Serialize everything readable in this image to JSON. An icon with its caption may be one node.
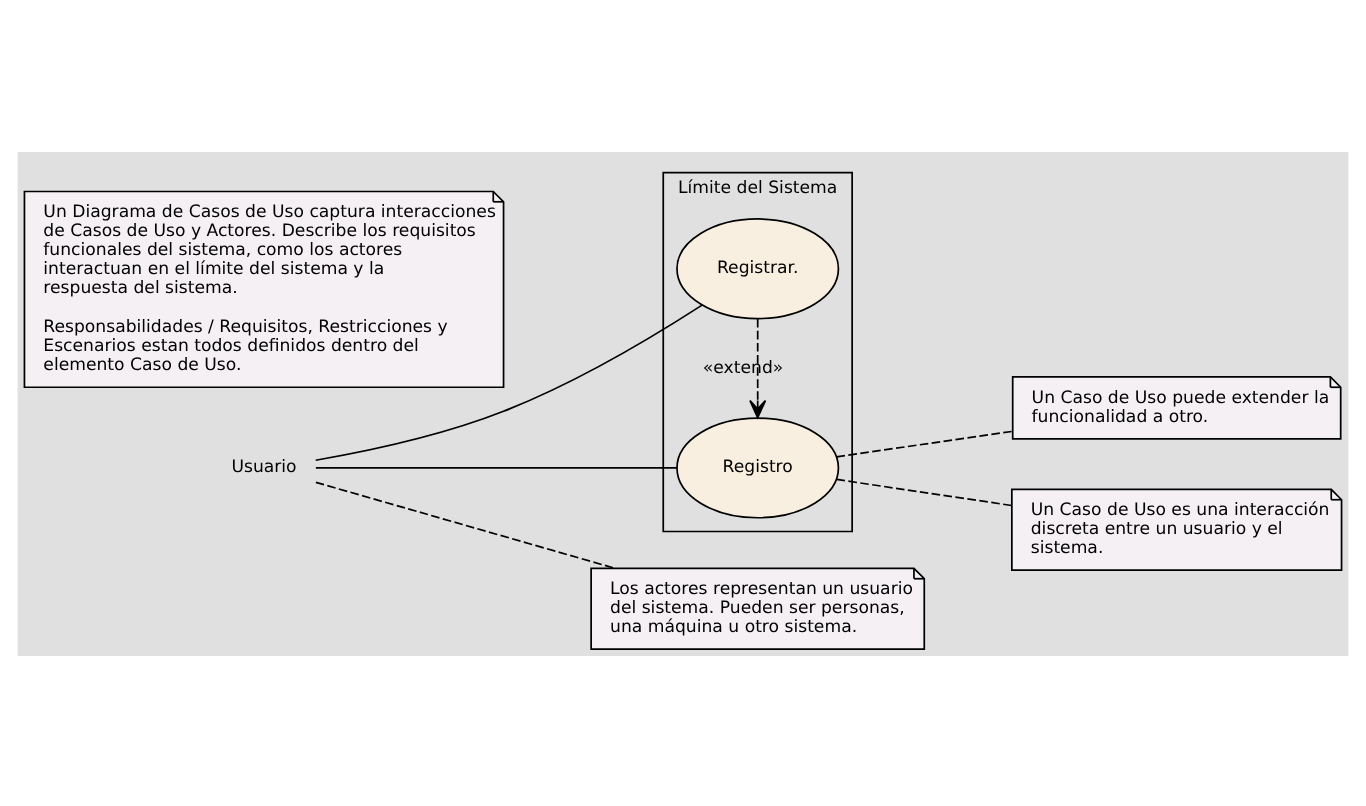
{
  "diagram": {
    "nodes": [
      {
        "text": [
          "Límite del Sistema"
        ]
      },
      {
        "text": [
          "Registrar."
        ],
        "in": 0
      },
      {
        "text": [
          "Registro"
        ],
        "in": 0
      },
      {
        "text": [
          "Usuario"
        ]
      },
      {
        "text": [
          "Un Diagrama de Casos de Uso captura interacciones de Casos de Uso y Actores. Describe los requisitos funcionales del sistema, como los actores interactuan en el límite del sistema y la respuesta del sistema.",
          "Responsabilidades / Requisitos, Restricciones y Escenarios estan todos definidos dentro del elemento Caso de Uso."
        ]
      },
      {
        "text": [
          "Un Caso de Uso puede extender la funcionalidad a otro."
        ]
      },
      {
        "text": [
          "Un Caso de Uso es una interacción discreta entre un usuario y el sistema."
        ]
      },
      {
        "text": [
          "Los actores representan un usuario del sistema. Pueden ser personas, una máquina u otro sistema."
        ]
      }
    ],
    "edges": [
      {
        "from": 3,
        "to": 1,
        "arrow": "none"
      },
      {
        "from": 3,
        "to": 2,
        "arrow": "none"
      },
      {
        "from": 1,
        "to": 2,
        "arrow": "to",
        "style": "dashed",
        "label": "«extend»"
      },
      {
        "from": 2,
        "to": 5,
        "arrow": "none",
        "style": "dashed"
      },
      {
        "from": 2,
        "to": 6,
        "arrow": "none",
        "style": "dashed"
      },
      {
        "from": 3,
        "to": 7,
        "arrow": "none",
        "style": "dashed"
      }
    ]
  }
}
